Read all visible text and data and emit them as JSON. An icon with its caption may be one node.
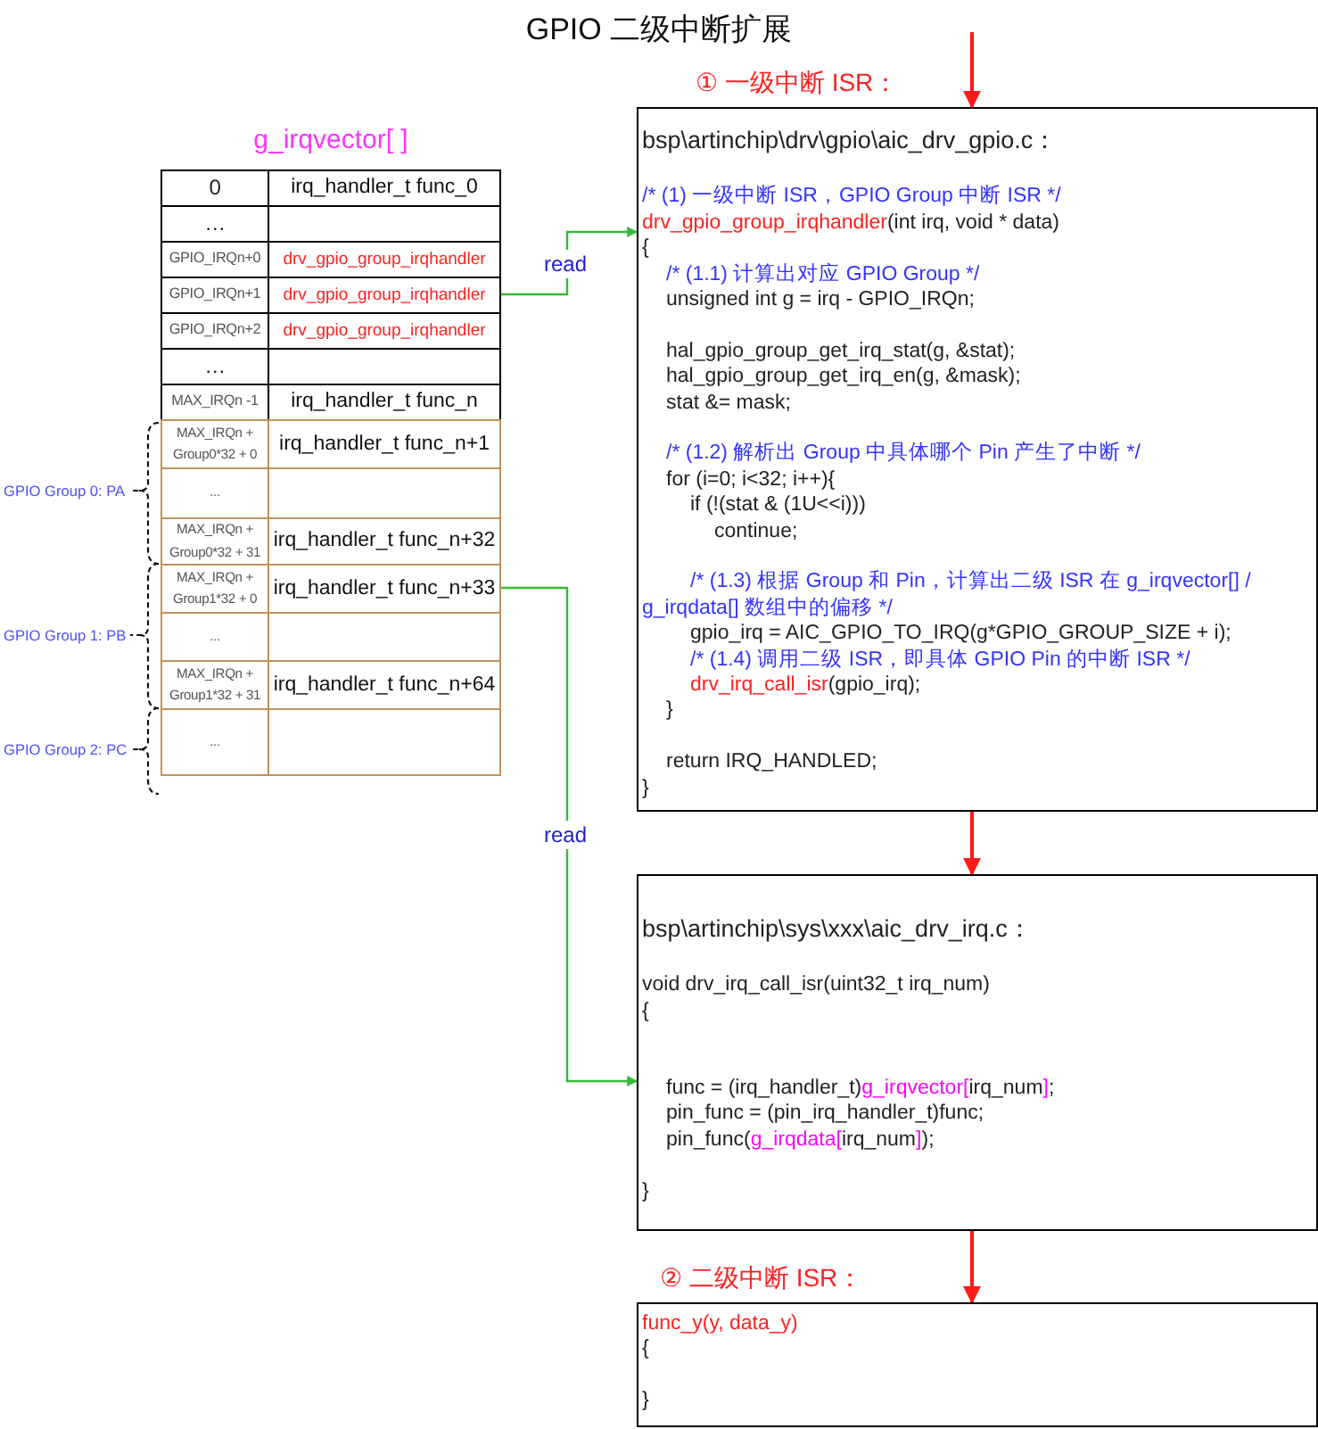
{
  "diagram": {
    "title": "GPIO 二级中断扩展",
    "nodes": [
      {
        "text": [
          "g_irqvector[ ]"
        ]
      },
      {
        "text": [
          "0",
          "irq_handler_t func_0"
        ],
        "in": 0
      },
      {
        "text": [
          "…"
        ],
        "in": 0
      },
      {
        "text": [
          "GPIO_IRQn+0",
          "drv_gpio_group_irqhandler"
        ],
        "in": 0
      },
      {
        "text": [
          "GPIO_IRQn+1",
          "drv_gpio_group_irqhandler"
        ],
        "in": 0
      },
      {
        "text": [
          "GPIO_IRQn+2",
          "drv_gpio_group_irqhandler"
        ],
        "in": 0
      },
      {
        "text": [
          "…"
        ],
        "in": 0
      },
      {
        "text": [
          "MAX_IRQn -1",
          "irq_handler_t func_n"
        ],
        "in": 0
      },
      {
        "text": [
          "MAX_IRQn + Group0*32 + 0",
          "irq_handler_t func_n+1"
        ],
        "in": 0
      },
      {
        "text": [
          "..."
        ],
        "in": 0
      },
      {
        "text": [
          "MAX_IRQn + Group0*32 + 31",
          "irq_handler_t func_n+32"
        ],
        "in": 0
      },
      {
        "text": [
          "MAX_IRQn + Group1*32 + 0",
          "irq_handler_t func_n+33"
        ],
        "in": 0
      },
      {
        "text": [
          "..."
        ],
        "in": 0
      },
      {
        "text": [
          "MAX_IRQn + Group1*32 + 31",
          "irq_handler_t func_n+64"
        ],
        "in": 0
      },
      {
        "text": [
          "..."
        ],
        "in": 0
      },
      {
        "text": [
          "① 一级中断 ISR：",
          "bsp\\artinchip\\drv\\gpio\\aic_drv_gpio.c：",
          "/* (1) 一级中断 ISR，GPIO Group 中断 ISR */",
          "drv_gpio_group_irqhandler",
          "(int irq, void * data)",
          "{",
          "/* (1.1) 计算出对应 GPIO Group */",
          "unsigned int g = irq - GPIO_IRQn;",
          "hal_gpio_group_get_irq_stat(g, &stat);",
          "hal_gpio_group_get_irq_en(g, &mask);",
          "stat &= mask;",
          "/* (1.2) 解析出 Group 中具体哪个 Pin 产生了中断 */",
          "for (i=0; i<32; i++){",
          "if (!(stat & (1U<<i)))",
          "continue;",
          "/* (1.3) 根据 Group 和 Pin，计算出二级 ISR 在 g_irqvector[] / g_irqdata[] 数组中的偏移 */",
          "gpio_irq = AIC_GPIO_TO_IRQ(g*GPIO_GROUP_SIZE + i);",
          "/* (1.4) 调用二级 ISR，即具体 GPIO Pin 的中断 ISR */",
          "drv_irq_call_isr",
          "(gpio_irq);",
          "}",
          "return IRQ_HANDLED;",
          "}"
        ]
      },
      {
        "text": [
          "bsp\\artinchip\\sys\\xxx\\aic_drv_irq.c：",
          "void drv_irq_call_isr(uint32_t irq_num)",
          "{",
          "func = (irq_handler_t)",
          "g_irqvector[",
          "irq_num",
          "]",
          ";",
          "pin_func = (pin_irq_handler_t)func;",
          "pin_func(",
          "g_irqdata[",
          "irq_num",
          "]",
          ");",
          "}"
        ]
      },
      {
        "text": [
          "② 二级中断 ISR：",
          "func_y(y, data_y)",
          "{",
          "}"
        ]
      }
    ],
    "edges": [
      {
        "from": null,
        "to": 15,
        "arrow": "to"
      },
      {
        "from": 4,
        "to": 15,
        "arrow": "to",
        "label": "read",
        "color": "#33bb33"
      },
      {
        "from": 11,
        "to": 16,
        "arrow": "to",
        "label": "read",
        "color": "#33bb33"
      },
      {
        "from": 15,
        "to": 16,
        "arrow": "to"
      },
      {
        "from": 16,
        "to": 17,
        "arrow": "to"
      }
    ],
    "labels": [
      "GPIO Group 0: PA",
      "GPIO Group 1: PB",
      "GPIO Group 2: PC"
    ]
  }
}
